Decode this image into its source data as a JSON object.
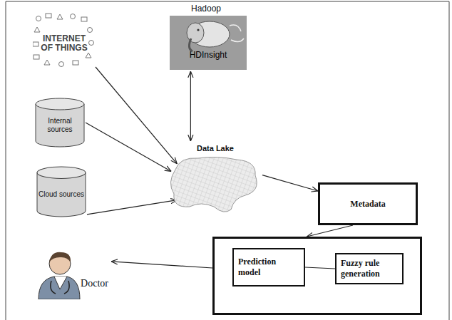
{
  "diagram": {
    "nodes": [
      {
        "text": [
          "INTERNET OF THINGS"
        ]
      },
      {
        "text": [
          "Internal sources"
        ]
      },
      {
        "text": [
          "Cloud sources"
        ]
      },
      {
        "text": [
          "Hadoop",
          "HDInsight"
        ]
      },
      {
        "text": [
          "Data Lake"
        ]
      },
      {
        "text": [
          "Metadata"
        ]
      },
      {
        "text": []
      },
      {
        "text": [
          "Prediction model"
        ],
        "in": 6
      },
      {
        "text": [
          "Fuzzy rule generation"
        ],
        "in": 6
      },
      {
        "text": [
          "Doctor"
        ]
      }
    ],
    "edges": [
      {
        "from": 0,
        "to": 4,
        "arrow": "to"
      },
      {
        "from": 1,
        "to": 4,
        "arrow": "to"
      },
      {
        "from": 2,
        "to": 4,
        "arrow": "to"
      },
      {
        "from": 3,
        "to": 4,
        "arrow": "both"
      },
      {
        "from": 4,
        "to": 5,
        "arrow": "to"
      },
      {
        "from": 5,
        "to": 6,
        "arrow": "to"
      },
      {
        "from": 6,
        "to": 9,
        "arrow": "to"
      },
      {
        "from": 7,
        "to": 8,
        "arrow": "none"
      }
    ]
  }
}
